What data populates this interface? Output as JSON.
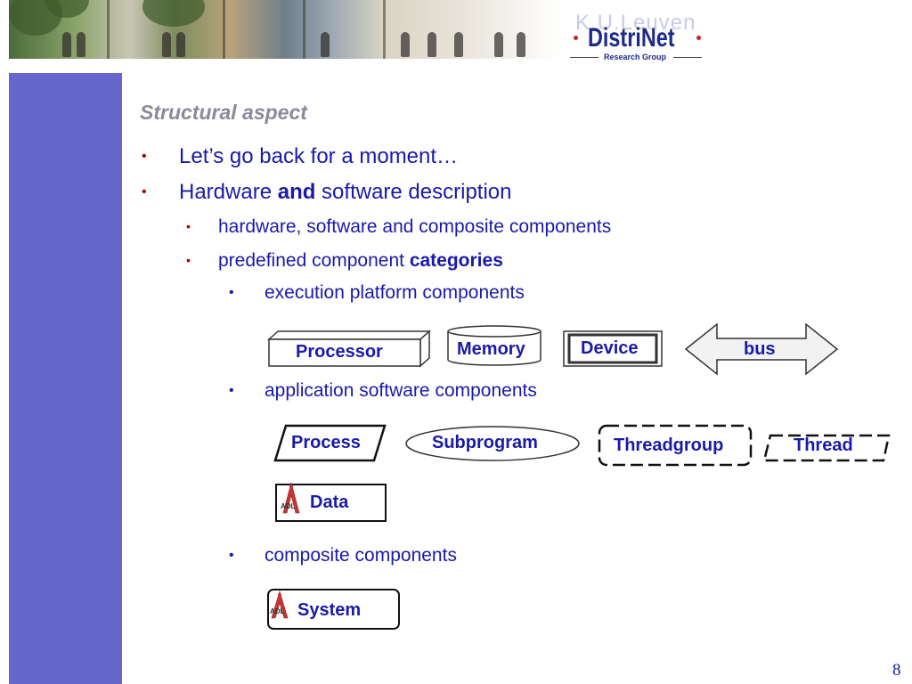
{
  "slide": {
    "title": "Structural aspect",
    "page_number": "8"
  },
  "header": {
    "logo_top_text": "K.U.Leuven",
    "logo_name": "DistriNet",
    "logo_subtitle": "Research Group"
  },
  "bullets": {
    "b1": "Let’s go back for a moment…",
    "b2_pre": "Hardware ",
    "b2_bold": "and",
    "b2_post": " software description",
    "b2_1": "hardware, software and composite components",
    "b2_2_pre": "predefined component ",
    "b2_2_bold": "categories",
    "b3_1": "execution platform components",
    "b3_2": "application software components",
    "b3_3": "composite components"
  },
  "components": {
    "processor": "Processor",
    "memory": "Memory",
    "device": "Device",
    "bus": "bus",
    "process": "Process",
    "subprogram": "Subprogram",
    "threadgroup": "Threadgroup",
    "thread": "Thread",
    "data": "Data",
    "system": "System",
    "aadl_icon_text": "ADL"
  },
  "bullet_glyph": "•",
  "colors": {
    "side_bar": "#6666cc",
    "text": "#1a1aa8",
    "bullet": "#aa0000",
    "title": "#8a8a9a"
  }
}
